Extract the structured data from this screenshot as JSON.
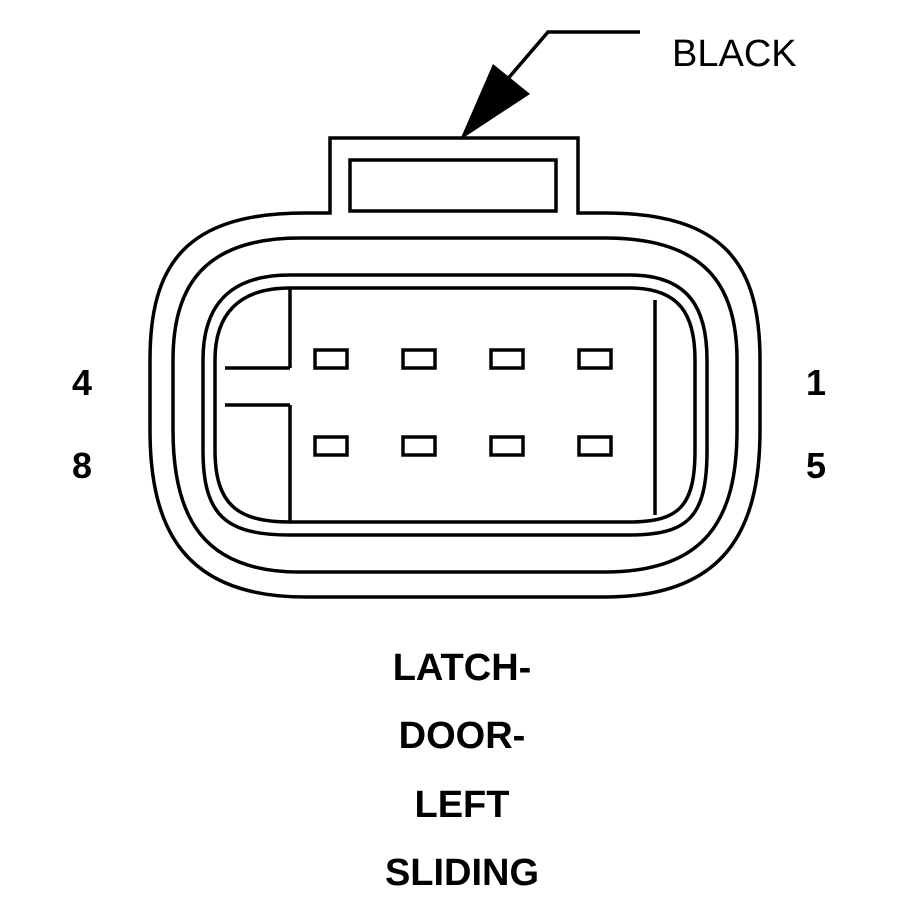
{
  "connector": {
    "color_callout": "BLACK",
    "pin_labels": {
      "top_left": "4",
      "top_right": "1",
      "bottom_left": "8",
      "bottom_right": "5"
    },
    "cavity_rows": 2,
    "cavities_per_row": 4,
    "name_lines": [
      "LATCH-",
      "DOOR-",
      "LEFT",
      "SLIDING"
    ]
  },
  "colors": {
    "line": "#000000",
    "background": "#ffffff"
  }
}
